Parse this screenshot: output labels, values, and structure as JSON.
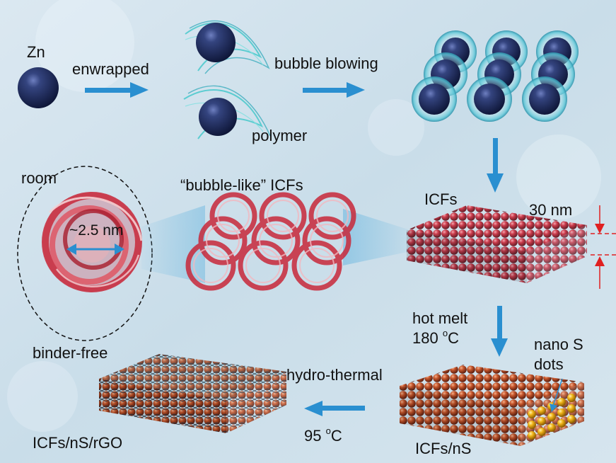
{
  "labels": {
    "zn": "Zn",
    "enwrapped": "enwrapped",
    "bubble_blowing": "bubble blowing",
    "polymer": "polymer",
    "room": "room",
    "pore_size": "~2.5 nm",
    "bubble_like": "“bubble-like” ICFs",
    "icfs": "ICFs",
    "thickness": "30 nm",
    "hot_melt": "hot melt",
    "temp_180": "180",
    "temp_unit_o": "o",
    "temp_unit_c": "C",
    "nano_s_line1": "nano S",
    "nano_s_line2": "dots",
    "binder_free": "binder-free",
    "hydrothermal": "hydro-thermal",
    "temp_95": "95",
    "icfs_ns_rgo": "ICFs/nS/rGO",
    "icfs_ns": "ICFs/nS"
  },
  "colors": {
    "background": "#cfe0ec",
    "arrow": "#2a8fd0",
    "zn_sphere": "#1c2a5e",
    "polymer_swirl": "#3fc7c9",
    "carbon_shell": "#c8283a",
    "ns_composite": "#c0502a",
    "sulfur_dot": "#f2b91e",
    "dimension_mark": "#e02020"
  }
}
